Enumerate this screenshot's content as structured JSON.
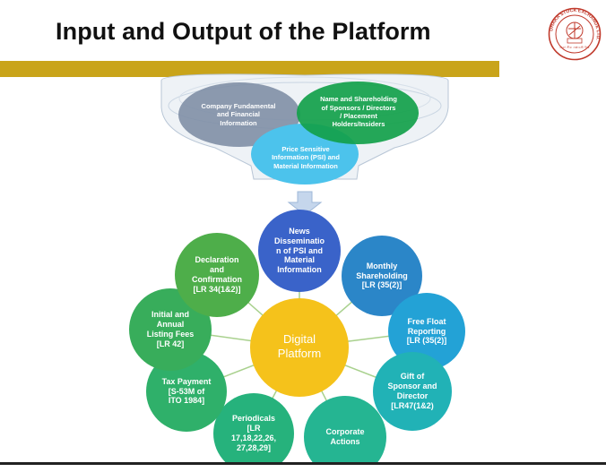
{
  "title": "Input and Output of the Platform",
  "logo": {
    "name": "Dhaka Stock Exchange seal",
    "ring_text": "DHAKA STOCK EXCHANGE LTD.",
    "inner_text": "ঢাকা স্টক এক্সচেঞ্জ লিঃ"
  },
  "funnel": {
    "inputs": [
      {
        "label": "Company Fundamental\nand Financial\nInformation",
        "color": "#7f8fa6"
      },
      {
        "label": "Name and Shareholding\nof Sponsors / Directors\n/ Placement\nHolders/Insiders",
        "color": "#12a14a"
      },
      {
        "label": "Price Sensitive\nInformation (PSI) and\nMaterial Information",
        "color": "#4cc3ec"
      }
    ],
    "arrow": "down-arrow-icon"
  },
  "hub": {
    "center": {
      "label": "Digital\nPlatform",
      "color": "#f5c21b"
    },
    "nodes": [
      {
        "label": "News\nDisseminatio\nn of PSI and\nMaterial\nInformation",
        "color": "#3a63c9"
      },
      {
        "label": "Monthly\nShareholding\n[LR (35(2)]",
        "color": "#2b86c8"
      },
      {
        "label": "Free Float\nReporting\n[LR (35(2)]",
        "color": "#23a2d6"
      },
      {
        "label": "Gift of\nSponsor and\nDirector\n[LR47(1&2)",
        "color": "#21b2b6"
      },
      {
        "label": "Corporate\nActions",
        "color": "#25b592"
      },
      {
        "label": "Periodicals\n[LR\n17,18,22,26,\n27,28,29]",
        "color": "#26b27c"
      },
      {
        "label": "Tax Payment\n[S-53M of\nITO 1984]",
        "color": "#2fb06a"
      },
      {
        "label": "Initial and\nAnnual\nListing Fees\n[LR 42]",
        "color": "#38ad5b"
      },
      {
        "label": "Declaration\nand\nConfirmation\n[LR 34(1&2)]",
        "color": "#4eae4a"
      }
    ],
    "connector_color": "#a9d18e"
  }
}
